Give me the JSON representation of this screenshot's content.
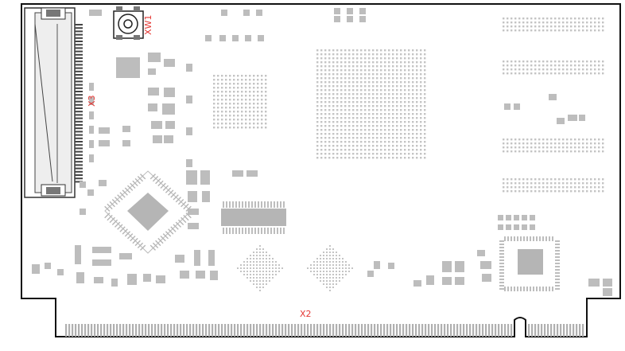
{
  "labels": {
    "xw1": "XW1",
    "x3": "X3",
    "x2": "X2"
  },
  "colors": {
    "outline": "#111111",
    "pad": "#bdbdbd",
    "pad_dark": "#a9a9a9",
    "label": "#e53935",
    "background": "#ffffff"
  }
}
